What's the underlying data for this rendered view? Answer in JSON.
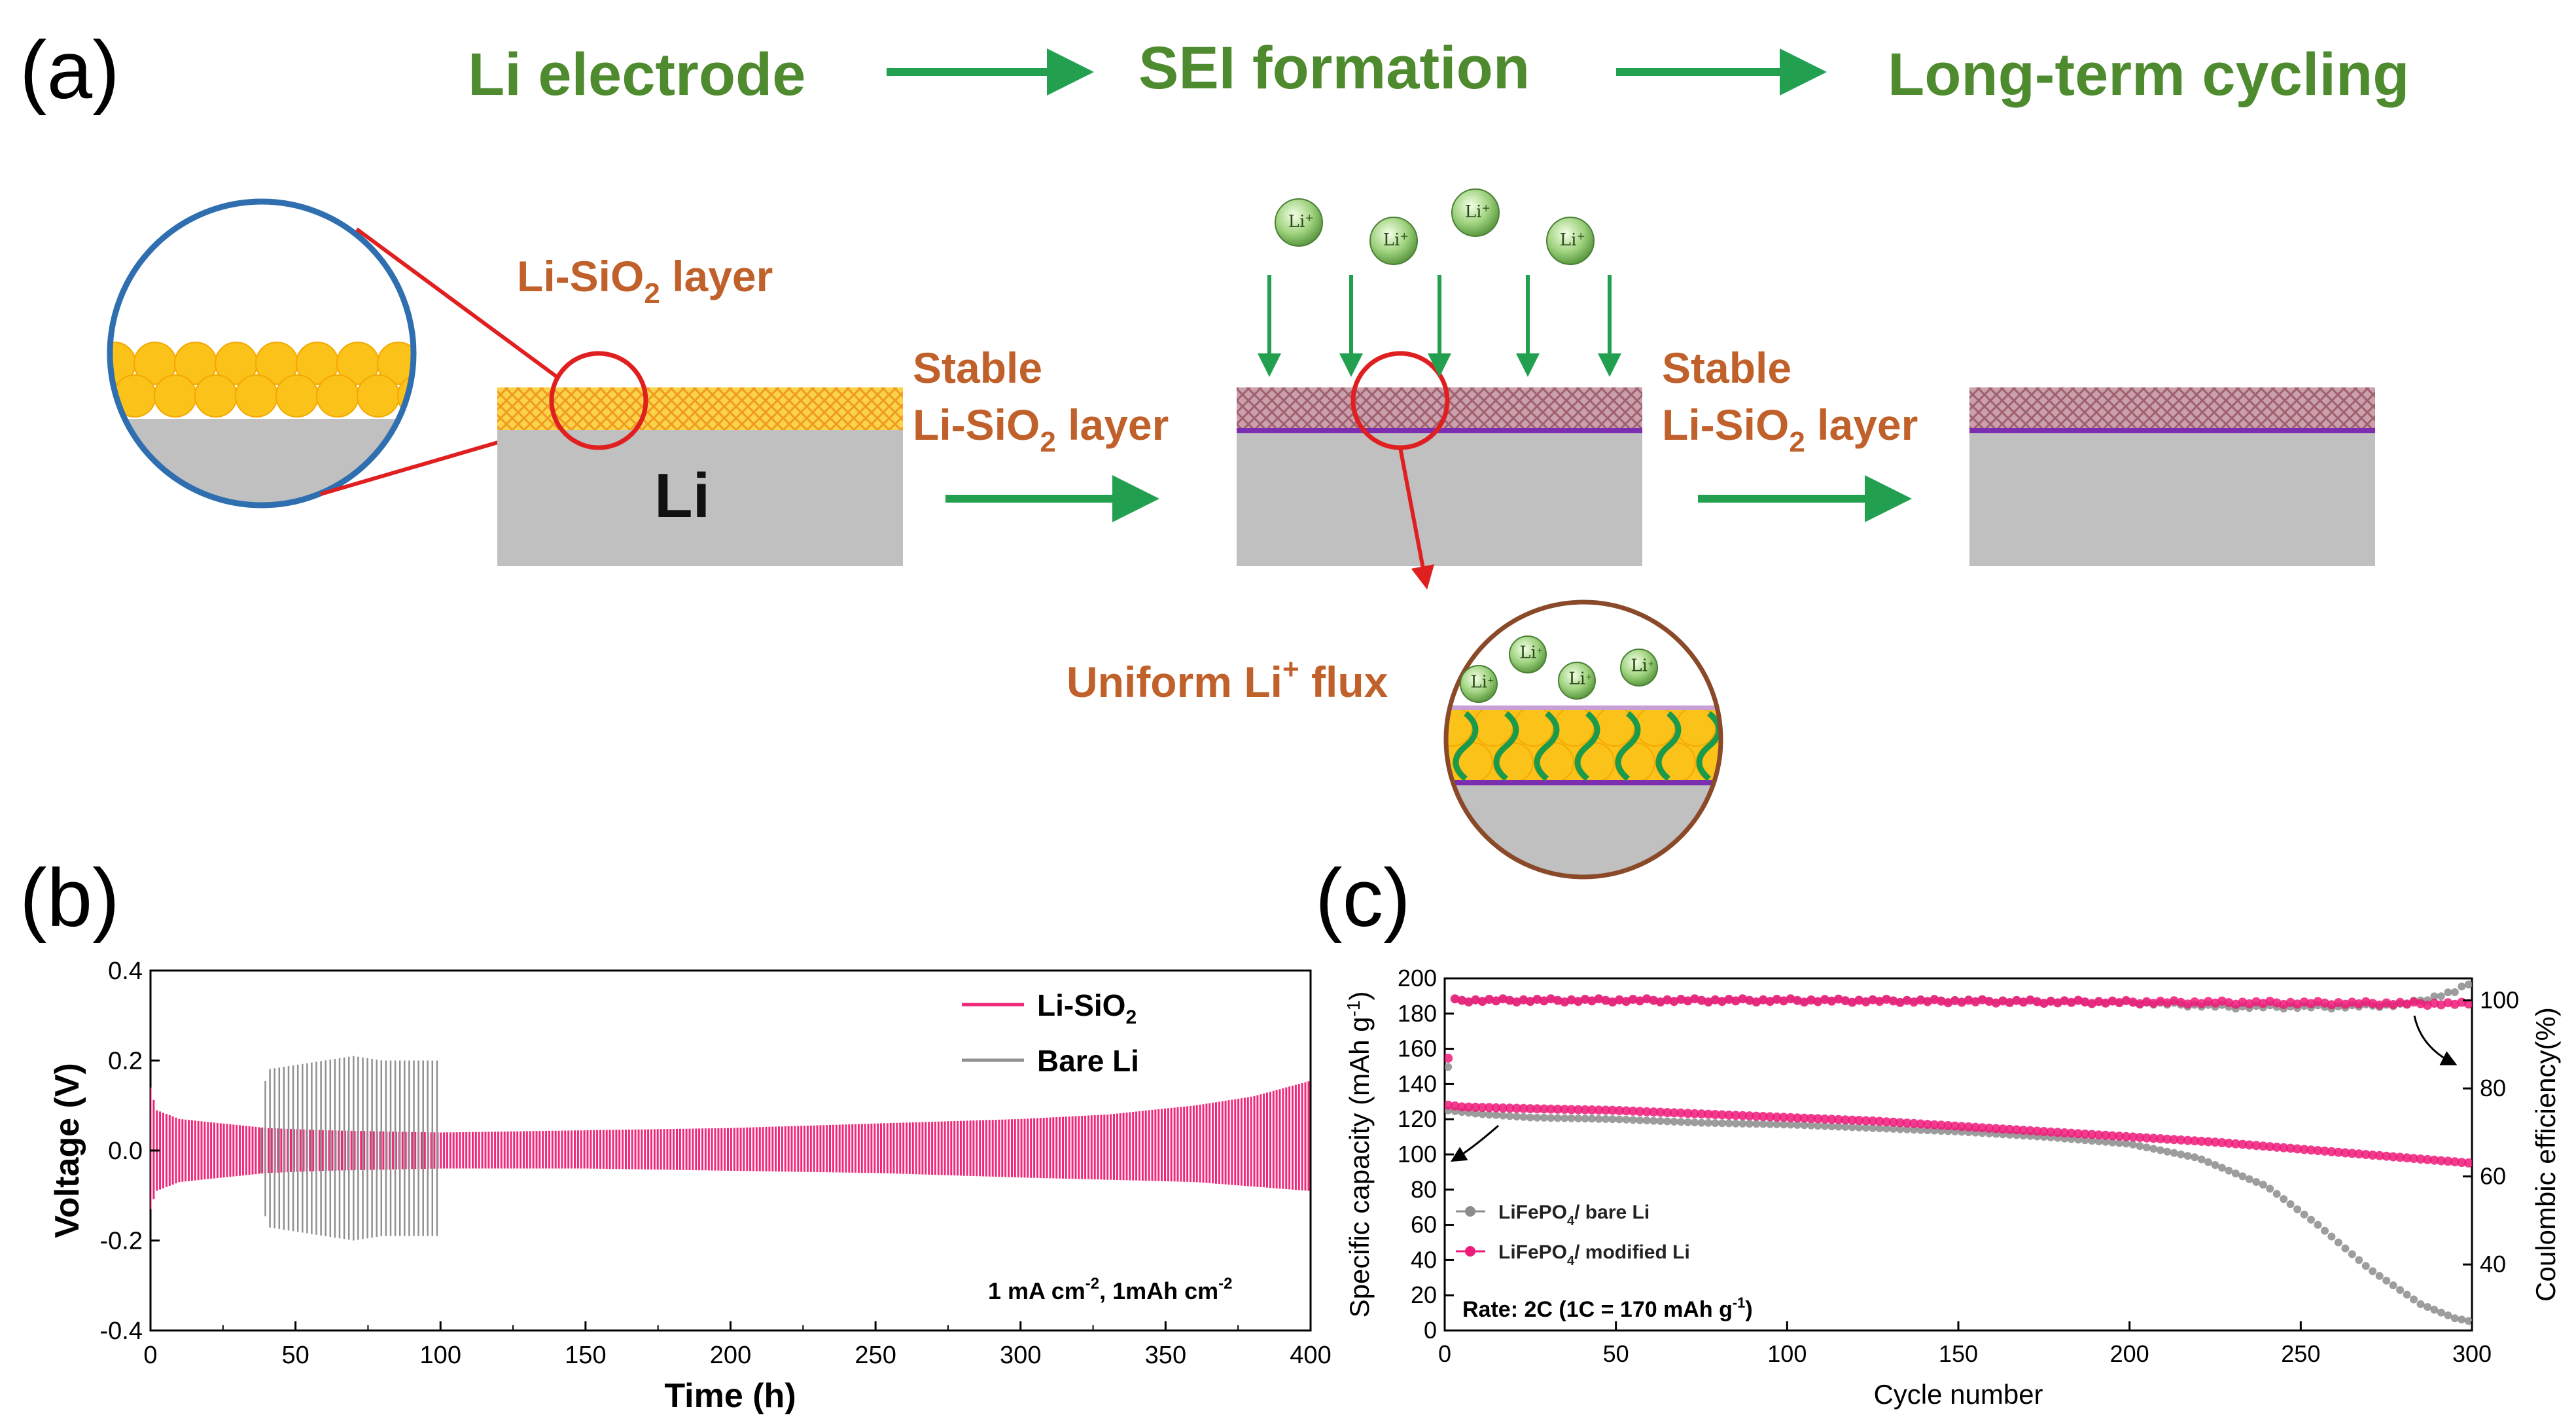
{
  "panel_a": {
    "letter": "(a)",
    "flow": [
      "Li electrode",
      "SEI formation",
      "Long-term cycling"
    ],
    "layer_label": "Li-SiO",
    "layer_label_sub": "2",
    "layer_label_tail": " layer",
    "stable_label_line1": "Stable",
    "stable_label_line2": "Li-SiO",
    "stable_label_sub": "2",
    "stable_label_tail": " layer",
    "li_label": "Li",
    "flux_label": "Uniform Li",
    "flux_sup": "+",
    "flux_tail": " flux",
    "ion_label": "Li",
    "ion_sup": "+",
    "colors": {
      "flow_text": "#4e8a2e",
      "arrow": "#22a050",
      "orange_text": "#c0612b",
      "li_gray": "#c0c0c0",
      "particle": "#fbc21a",
      "sei_purple": "#7b2fb0",
      "red": "#e02020",
      "blue_circle": "#2f6fb0",
      "brown_circle": "#8a4a2a",
      "sei_green": "#1a9a4a"
    }
  },
  "panel_b": {
    "letter": "(b)",
    "legend_title_1": "Li-SiO",
    "legend_sub_1": "2",
    "legend_title_2": "Bare Li",
    "annotation": "1 mA cm",
    "annotation_sup": "-2",
    "annotation_mid": ", 1mAh cm",
    "annotation_sup2": "-2",
    "chart_data": {
      "type": "line",
      "xlabel": "Time (h)",
      "ylabel": "Voltage (V)",
      "xlim": [
        0,
        400
      ],
      "ylim": [
        -0.4,
        0.4
      ],
      "xticks": [
        "0",
        "50",
        "100",
        "150",
        "200",
        "250",
        "300",
        "350",
        "400"
      ],
      "yticks": [
        "0.4",
        "0.2",
        "0.0",
        "-0.2",
        "-0.4"
      ],
      "grid": false,
      "legend": "top-right",
      "series": [
        {
          "name": "Li-SiO2",
          "color": "#f0287a",
          "x": [
            0,
            2,
            10,
            25,
            40,
            60,
            100,
            150,
            200,
            250,
            300,
            330,
            360,
            380,
            400
          ],
          "upper": [
            0.14,
            0.09,
            0.07,
            0.06,
            0.05,
            0.045,
            0.04,
            0.045,
            0.05,
            0.06,
            0.07,
            0.08,
            0.1,
            0.12,
            0.155
          ],
          "lower": [
            -0.13,
            -0.09,
            -0.07,
            -0.06,
            -0.05,
            -0.045,
            -0.04,
            -0.04,
            -0.045,
            -0.05,
            -0.06,
            -0.065,
            -0.07,
            -0.08,
            -0.09
          ]
        },
        {
          "name": "Bare Li",
          "color": "#909090",
          "x": [
            38,
            40,
            50,
            60,
            70,
            80,
            90,
            100
          ],
          "upper": [
            0.05,
            0.18,
            0.19,
            0.2,
            0.21,
            0.2,
            0.2,
            0.2
          ],
          "lower": [
            -0.05,
            -0.17,
            -0.18,
            -0.19,
            -0.2,
            -0.19,
            -0.19,
            -0.19
          ]
        }
      ]
    }
  },
  "panel_c": {
    "letter": "(c)",
    "legend_1": "LiFePO",
    "legend_1_sub": "4",
    "legend_1_tail": "/ bare Li",
    "legend_2": "LiFePO",
    "legend_2_sub": "4",
    "legend_2_tail": "/ modified Li",
    "rate_text": "Rate: 2C (1C = 170 mAh g",
    "rate_sup": "-1",
    "rate_tail": ")",
    "chart_data": {
      "type": "scatter",
      "xlabel": "Cycle number",
      "ylabel": "Specific capacity (mAh g",
      "ylabel_sup": "-1",
      "ylabel_tail": ")",
      "y2label": "Coulombic efficiency(%)",
      "xlim": [
        0,
        300
      ],
      "ylim": [
        0,
        200
      ],
      "y2lim": [
        25,
        105
      ],
      "xticks": [
        "0",
        "50",
        "100",
        "150",
        "200",
        "250",
        "300"
      ],
      "yticks": [
        "0",
        "20",
        "40",
        "60",
        "80",
        "100",
        "120",
        "140",
        "160",
        "180",
        "200"
      ],
      "y2ticks": [
        "40",
        "60",
        "80",
        "100"
      ],
      "grid": false,
      "legend": "bottom-left",
      "series": [
        {
          "name": "LiFePO4/ bare Li capacity",
          "axis": "left",
          "color": "#8c8c8c",
          "x": [
            1,
            10,
            25,
            50,
            75,
            100,
            125,
            150,
            175,
            200,
            220,
            240,
            255,
            270,
            285,
            295,
            300
          ],
          "y": [
            125,
            123,
            121,
            120,
            118,
            117,
            115,
            113,
            110,
            106,
            98,
            82,
            60,
            35,
            15,
            7,
            5
          ]
        },
        {
          "name": "LiFePO4/ modified Li capacity",
          "axis": "left",
          "color": "#ee1a7a",
          "x": [
            1,
            5,
            25,
            50,
            75,
            100,
            125,
            150,
            175,
            200,
            225,
            250,
            275,
            300
          ],
          "y": [
            128,
            127,
            126,
            125,
            123,
            121,
            119,
            116,
            113,
            110,
            107,
            103,
            99,
            95
          ]
        },
        {
          "name": "LiFePO4/ bare Li CE",
          "axis": "right",
          "color": "#8c8c8c",
          "x": [
            1,
            3,
            50,
            100,
            150,
            200,
            230,
            260,
            280,
            290,
            295,
            300
          ],
          "y": [
            85,
            100,
            100,
            100,
            100,
            99.5,
            98.5,
            98.5,
            99,
            101,
            102,
            104
          ]
        },
        {
          "name": "LiFePO4/ modified Li CE",
          "axis": "right",
          "color": "#ee1a7a",
          "x": [
            1,
            2,
            3,
            50,
            100,
            150,
            200,
            250,
            300
          ],
          "y": [
            87,
            92,
            100,
            100,
            100,
            99.8,
            99.6,
            99.4,
            99.2
          ]
        }
      ]
    }
  }
}
